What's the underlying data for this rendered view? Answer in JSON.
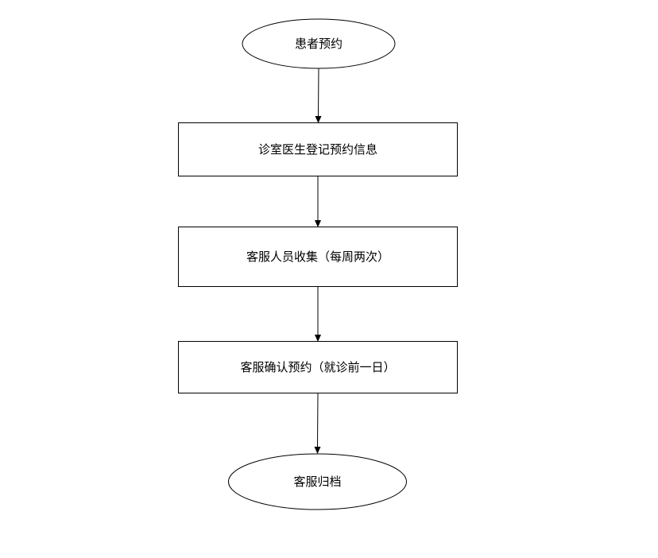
{
  "flowchart": {
    "start": {
      "label": "患者预约"
    },
    "steps": [
      {
        "label": "诊室医生登记预约信息"
      },
      {
        "label": "客服人员收集（每周两次）"
      },
      {
        "label": "客服确认预约（就诊前一日）"
      }
    ],
    "end": {
      "label": "客服归档"
    }
  }
}
